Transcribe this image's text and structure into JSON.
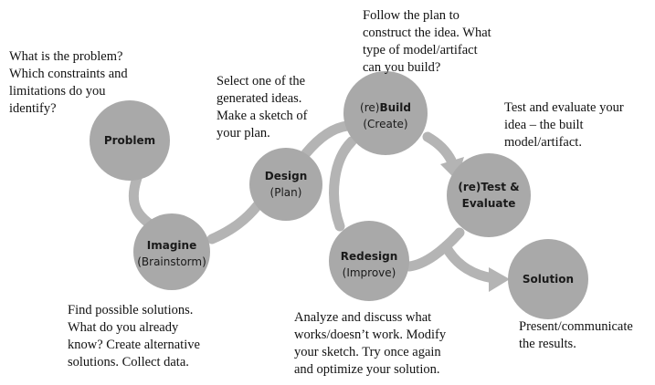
{
  "colors": {
    "circle_fill": "#a9a9a9",
    "connector": "#b4b4b4",
    "text": "#111111"
  },
  "nodes": {
    "problem": {
      "line1": "Problem"
    },
    "imagine": {
      "line1": "Imagine",
      "line2": "(Brainstorm)"
    },
    "design": {
      "line1": "Design",
      "line2": "(Plan)"
    },
    "build": {
      "line1_prefix": "(re)",
      "line1_bold": "Build",
      "line2": "(Create)"
    },
    "test": {
      "line1": "(re)Test &",
      "line2": "Evaluate"
    },
    "redesign": {
      "line1": "Redesign",
      "line2": "(Improve)"
    },
    "solution": {
      "line1": "Solution"
    }
  },
  "notes": {
    "problem": "What is the problem?\nWhich constraints and\nlimitations do you\nidentify?",
    "design": "Select one of the\ngenerated ideas.\nMake a sketch of\nyour plan.",
    "build": "Follow the plan to\nconstruct the idea. What\ntype of model/artifact\ncan you build?",
    "test": "Test and evaluate your\nidea – the built\nmodel/artifact.",
    "imagine": "Find possible solutions.\nWhat do you already\nknow? Create alternative\nsolutions. Collect data.",
    "redesign": "Analyze and discuss what\nworks/doesn’t work. Modify\nyour sketch. Try once again\nand optimize your solution.",
    "solution": "Present/communicate\nthe results."
  }
}
